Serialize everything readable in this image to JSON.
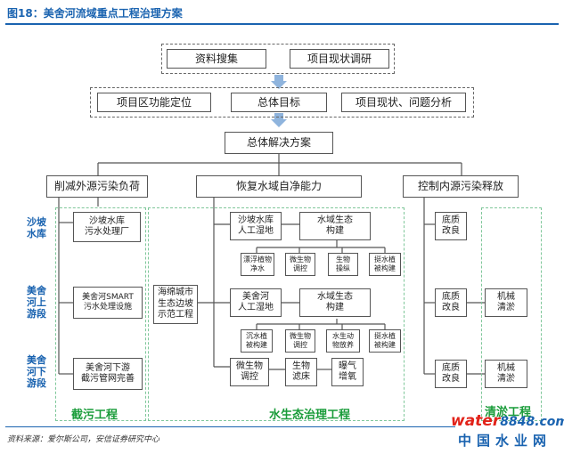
{
  "figure": {
    "title": "图18：美舍河流域重点工程治理方案",
    "source": "资料来源：爱尔斯公司，安信证券研究中心"
  },
  "watermark": {
    "brand": "water",
    "number": "8848",
    "suffix": ".com",
    "site": "中国水业网"
  },
  "stage1": {
    "collect": "资料搜集",
    "survey": "项目现状调研"
  },
  "stage2": {
    "positioning": "项目区功能定位",
    "goal": "总体目标",
    "problems": "项目现状、问题分析"
  },
  "overall_plan": "总体解决方案",
  "branches": {
    "reduce_external": "削减外源污染负荷",
    "restore_self": "恢复水域自净能力",
    "control_internal": "控制内源污染释放"
  },
  "sections": {
    "shapo": "沙坡\n水库",
    "upper": "美舍\n河上\n游段",
    "lower": "美舍\n河下\n游段"
  },
  "interception": {
    "shapo": "沙坡水库\n污水处理厂",
    "upper": "美舍河SMART\n污水处理设施",
    "lower": "美舍河下游\n截污管网完善",
    "label": "截污工程"
  },
  "sponge": "海绵城市\n生态边坡\n示范工程",
  "ecology": {
    "shapo_wetland": "沙坡水库\n人工湿地",
    "shapo_eco": "水域生态\n构建",
    "shapo_items": [
      "漂浮植物\n净水",
      "微生物\n调控",
      "生物\n操纵",
      "挺水植\n被构建"
    ],
    "upper_wetland": "美舍河\n人工湿地",
    "upper_eco": "水域生态\n构建",
    "upper_items": [
      "沉水植\n被构建",
      "微生物\n调控",
      "水生动\n物放养",
      "挺水植\n被构建"
    ],
    "lower_micro": "微生物\n调控",
    "lower_bed": "生物\n滤床",
    "lower_aeration": "曝气\n增氧",
    "label": "水生态治理工程"
  },
  "sediment": {
    "shapo": "底质\n改良",
    "upper": "底质\n改良",
    "lower": "底质\n改良",
    "upper_clean": "机械\n清淤",
    "lower_clean": "机械\n清淤",
    "label": "清淤工程"
  },
  "colors": {
    "title": "#1a63b0",
    "arrow": "#8fb4dd",
    "green": "#1a9c3a",
    "red": "#e2231a"
  }
}
